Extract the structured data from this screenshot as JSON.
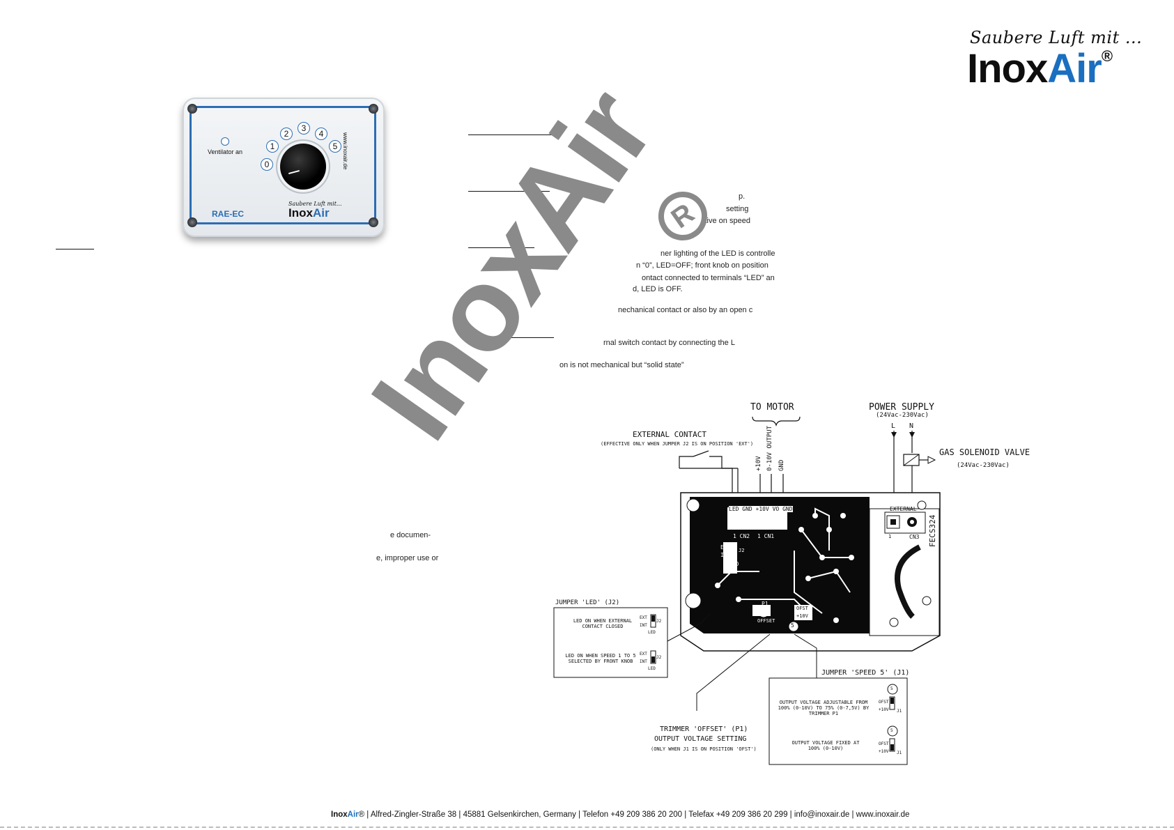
{
  "logo": {
    "tagline": "Saubere Luft mit ...",
    "inox": "Inox",
    "air": "Air",
    "reg": "®"
  },
  "device": {
    "led_label": "Ventilator an",
    "dial_numbers": [
      "0",
      "1",
      "2",
      "3",
      "4",
      "5"
    ],
    "model": "RAE-EC",
    "tagline": "Saubere Luft mit...",
    "logo_inox": "Inox",
    "logo_air": "Air",
    "url": "www.inoxair.de"
  },
  "fragments": {
    "f1": "p.",
    "f2": "setting",
    "f3": "ctive on speed",
    "f4": "ner lighting of the LED is controlle",
    "f5": "n “0”, LED=OFF; front knob on position",
    "f6": "ontact connected to terminals “LED” an",
    "f7": "d, LED is OFF.",
    "f8": "nechanical contact or also by an open c",
    "f9": "rnal switch contact by connecting the L",
    "f10": "on is not mechanical but “solid state”",
    "f11": "e documen-",
    "f12": "e, improper use or"
  },
  "watermark": {
    "text": "InoxAir",
    "reg": "R"
  },
  "diagram": {
    "to_motor": "TO MOTOR",
    "power_supply": "POWER SUPPLY",
    "power_range": "(24Vac-230Vac)",
    "L": "L",
    "N": "N",
    "gas_valve": "GAS SOLENOID VALVE",
    "gas_range": "(24Vac-230Vac)",
    "external_contact": "EXTERNAL CONTACT",
    "external_note": "(EFFECTIVE ONLY WHEN JUMPER J2 IS ON POSITION 'EXT')",
    "plus10v": "+10V",
    "output": "0-10V OUTPUT",
    "gnd": "GND",
    "terminals": "LED GND +10V VO GND",
    "external_label": "EXTERNAL",
    "board_id": "FECS324",
    "cn1": "1 CN1",
    "cn2": "1 CN2",
    "cn3": "CN3",
    "one": "1",
    "ext": "EXT",
    "int": "INT",
    "led": "LED",
    "j2": "J2",
    "p1": "P1",
    "offset": "OFFSET",
    "ofst": "OFST",
    "plus10v_small": "+10V",
    "five": "5",
    "jumper_led_title": "JUMPER 'LED' (J2)",
    "led_on_external": "LED ON WHEN EXTERNAL CONTACT CLOSED",
    "led_on_speed": "LED ON WHEN SPEED 1 TO 5 SELECTED BY FRONT KNOB",
    "trimmer_title": "TRIMMER 'OFFSET' (P1)",
    "trimmer_sub": "OUTPUT VOLTAGE SETTING",
    "trimmer_note": "(ONLY WHEN J1 IS ON POSITION 'OFST')",
    "jumper_speed_title": "JUMPER 'SPEED 5' (J1)",
    "speed_adjustable": "OUTPUT VOLTAGE ADJUSTABLE FROM 100% (0-10V) TO 75% (0-7,5V) BY TRIMMER P1",
    "speed_fixed": "OUTPUT VOLTAGE FIXED AT 100% (0-10V)",
    "j1": "J1"
  },
  "footer": {
    "inox": "Inox",
    "air": "Air",
    "rest": "® | Alfred-Zingler-Straße 38 | 45881 Gelsenkirchen, Germany | Telefon +49 209 386 20 200 | Telefax +49 209 386 20 299 | info@inoxair.de | www.inoxair.de"
  },
  "colors": {
    "brand_blue": "#1a6fc0",
    "watermark_gray": "#8a8a8a"
  }
}
